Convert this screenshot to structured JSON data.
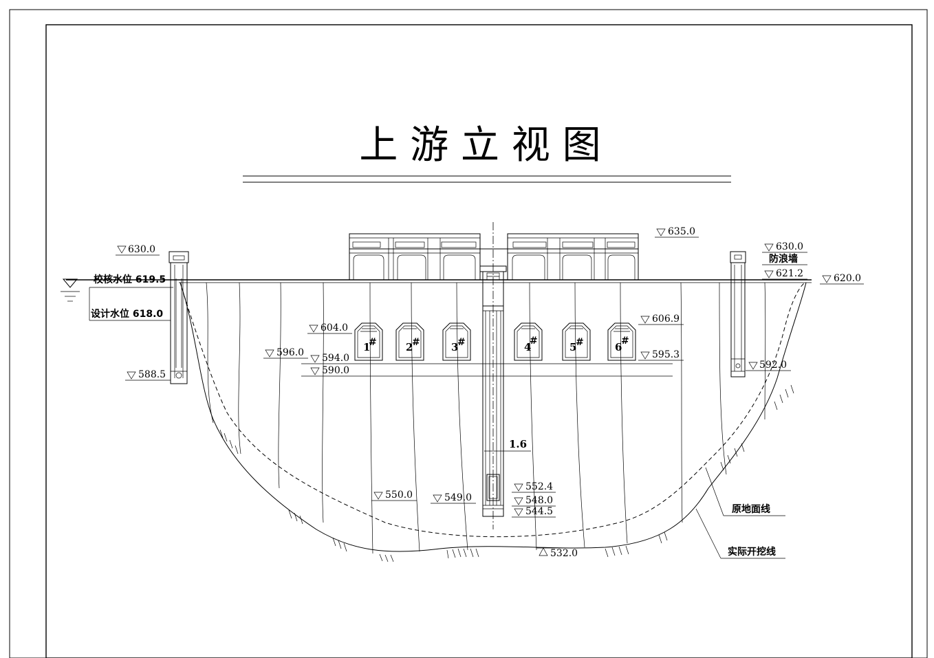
{
  "title": "上 游 立 视 图",
  "water_levels": {
    "check": "校核水位 619.5",
    "design": "设计水位 618.0"
  },
  "elevations": {
    "e630_left": "630.0",
    "e588_5": "588.5",
    "e596": "596.0",
    "e604": "604.0",
    "e594": "594.0",
    "e590": "590.0",
    "e635": "635.0",
    "e606_9": "606.9",
    "e595_3": "595.3",
    "e630_right": "630.0",
    "e621_2": "621.2",
    "e620": "620.0",
    "e592": "592.0",
    "e550": "550.0",
    "e549": "549.0",
    "e552_4": "552.4",
    "e548": "548.0",
    "e544_5": "544.5",
    "e532": "532.0"
  },
  "labels": {
    "wave_wall": "防浪墙",
    "original_ground": "原地面线",
    "excavation": "实际开挖线",
    "dim_1_6": "1.6"
  },
  "gates": [
    {
      "num": "1",
      "mark": "#"
    },
    {
      "num": "2",
      "mark": "#"
    },
    {
      "num": "3",
      "mark": "#"
    },
    {
      "num": "4",
      "mark": "#"
    },
    {
      "num": "5",
      "mark": "#"
    },
    {
      "num": "6",
      "mark": "#"
    }
  ]
}
